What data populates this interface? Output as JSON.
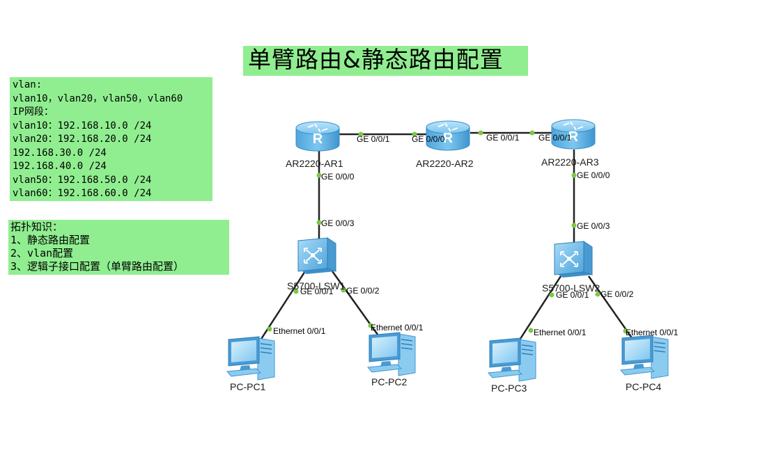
{
  "title": "单臂路由&静态路由配置",
  "ip_info": {
    "lines": [
      "vlan:",
      "vlan10，vlan20，vlan50，vlan60",
      "IP网段：",
      "vlan10：192.168.10.0 /24",
      "vlan20：192.168.20.0 /24",
      "192.168.30.0 /24",
      "192.168.40.0 /24",
      "vlan50：192.168.50.0 /24",
      "vlan60：192.168.60.0 /24"
    ]
  },
  "topology_notes": {
    "lines": [
      "拓扑知识：",
      "1、静态路由配置",
      "2、vlan配置",
      "3、逻辑子接口配置（单臂路由配置）"
    ]
  },
  "devices": {
    "ar1": "AR2220-AR1",
    "ar2": "AR2220-AR2",
    "ar3": "AR2220-AR3",
    "lsw1": "S5700-LSW1",
    "lsw2": "S5700-LSW2",
    "pc1": "PC-PC1",
    "pc2": "PC-PC2",
    "pc3": "PC-PC3",
    "pc4": "PC-PC4"
  },
  "ports": {
    "ar1_ge001": "GE 0/0/1",
    "ar2_ge000": "GE 0/0/0",
    "ar2_ge001": "GE 0/0/1",
    "ar3_ge001": "GE 0/0/1",
    "ar1_ge000": "GE 0/0/0",
    "lsw1_ge003": "GE 0/0/3",
    "ar3_ge000": "GE 0/0/0",
    "lsw2_ge003": "GE 0/0/3",
    "lsw1_ge001": "GE 0/0/1",
    "lsw1_ge002": "GE 0/0/2",
    "lsw2_ge001": "GE 0/0/1",
    "lsw2_ge002": "GE 0/0/2",
    "pc1_eth": "Ethernet 0/0/1",
    "pc2_eth": "Ethernet 0/0/1",
    "pc3_eth": "Ethernet 0/0/1",
    "pc4_eth": "Ethernet 0/0/1"
  },
  "colors": {
    "label_bg": "#90ee90",
    "link": "#222222",
    "port_dot": "#7ac943",
    "router_body": "#5aaee0",
    "switch_body": "#6ab8e8",
    "pc_body": "#5fb2e6"
  },
  "icons": {
    "router": "router-icon",
    "switch": "switch-icon",
    "pc": "pc-icon"
  }
}
